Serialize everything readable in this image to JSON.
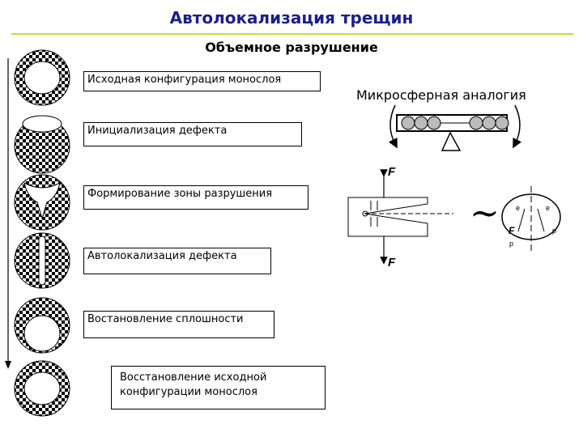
{
  "title": "Автолокализация трещин",
  "subtitle": "Объемное разрушение",
  "stages": [
    {
      "label": "Исходная конфигурация монослоя"
    },
    {
      "label": "Инициализация дефекта"
    },
    {
      "label": "Формирование зоны разрушения"
    },
    {
      "label": "Автолокализация дефекта"
    },
    {
      "label": "Востановление сплошности"
    },
    {
      "label": "Восстановление исходной конфигурации монослоя"
    }
  ],
  "analogy": {
    "label": "Микросферная аналогия"
  },
  "crack": {
    "force_top": "F",
    "force_bottom": "F",
    "tilde": "~"
  },
  "ring": {
    "force": "F",
    "sub_e_left": "e",
    "sub_e_right": "e",
    "sub_p_right": "p",
    "sub_p_bottom": "p"
  },
  "colors": {
    "title": "#1a1f8a",
    "rule": "#c6dc3c"
  }
}
